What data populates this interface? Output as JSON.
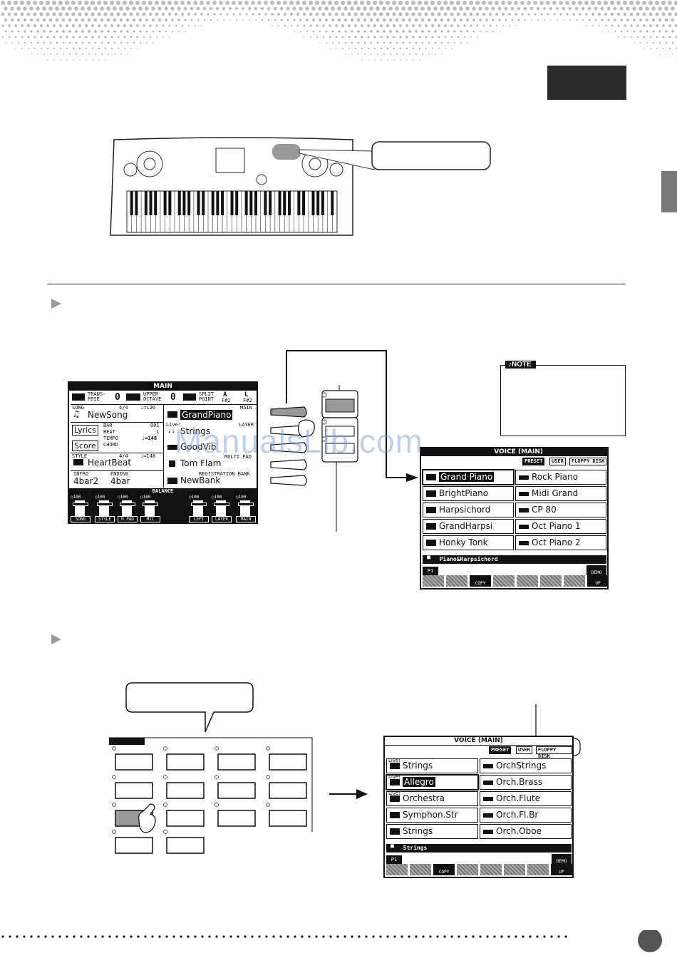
{
  "main_screen": {
    "title": "MAIN",
    "transpose_label": "TRANS-\nPOSE",
    "transpose_value": "0",
    "upper_octave_label": "UPPER\nOCTAVE",
    "upper_octave_value": "0",
    "split_point_label": "SPLIT\nPOINT",
    "split_a": "A",
    "split_a_note": "F#2",
    "split_b": "L",
    "split_b_note": "F#2",
    "song_label": "SONG",
    "song_sig": "4/4",
    "song_tempo": "♩=120",
    "song_name": "NewSong",
    "main_label": "MAIN",
    "main_voice": "GrandPiano",
    "live_label": "Live!",
    "layer_label": "LAYER",
    "layer_voice": "Strings",
    "left_voice": "GoodVib",
    "lyrics_btn": "Lyrics",
    "score_btn": "Score",
    "bar_label": "BAR",
    "bar_value": "001",
    "beat_label": "BEAT",
    "beat_value": "1",
    "tempo_label": "TEMPO",
    "tempo_value": "♩=148",
    "chord_label": "CHORD",
    "style_label": "STYLE",
    "style_sig": "4/4",
    "style_tempo": "♩=148",
    "style_name": "HeartBeat",
    "multipad_label": "MULTI PAD",
    "multipad_name": "Tom Flam",
    "intro_label": "INTRO",
    "intro_value": "4bar2",
    "ending_label": "ENDING",
    "ending_value": "4bar",
    "regbank_label": "REGISTRATION BANK",
    "regbank_name": "NewBank",
    "balance_label": "BALANCE",
    "faders": [
      {
        "label": "SONG",
        "value": "100"
      },
      {
        "label": "STYLE",
        "value": "100"
      },
      {
        "label": "M.PAD",
        "value": "100"
      },
      {
        "label": "MIC",
        "value": "100"
      },
      {
        "label": "LEFT",
        "value": "100"
      },
      {
        "label": "LAYER",
        "value": "100"
      },
      {
        "label": "MAIN",
        "value": "100"
      }
    ]
  },
  "voice_screen_1": {
    "title": "VOICE (MAIN)",
    "tabs": [
      "PRESET",
      "USER",
      "FLOPPY DISK"
    ],
    "left_voices": [
      "Grand Piano",
      "BrightPiano",
      "Harpsichord",
      "GrandHarpsi",
      "Honky Tonk"
    ],
    "right_voices": [
      "Rock Piano",
      "Midi Grand",
      "CP 80",
      "Oct Piano 1",
      "Oct Piano 2"
    ],
    "folder": "Piano&Harpsichord",
    "page": "P1",
    "demo": "DEMO",
    "copy": "COPY",
    "up": "UP"
  },
  "voice_screen_2": {
    "title": "VOICE (MAIN)",
    "tabs": [
      "PRESET",
      "USER",
      "FLOPPY DISK"
    ],
    "left_voices": [
      {
        "live": "Live!",
        "name": "Strings"
      },
      {
        "live": "Live!",
        "name": "Allegro"
      },
      {
        "live": "Live!",
        "name": "Orchestra"
      },
      {
        "live": "",
        "name": "Symphon.Str"
      },
      {
        "live": "",
        "name": "Strings"
      }
    ],
    "right_voices": [
      "OrchStrings",
      "Orch.Brass",
      "Orch.Flute",
      "Orch.Fl.Br",
      "Orch.Oboe"
    ],
    "folder": "Strings",
    "page": "P1",
    "demo": "DEMO",
    "copy": "COPY",
    "up": "UP"
  },
  "note_label": "NOTE",
  "watermark": "ManualsLib.com"
}
